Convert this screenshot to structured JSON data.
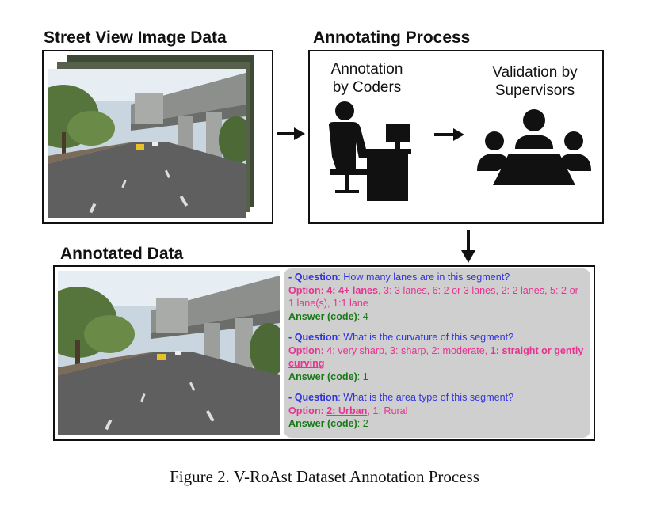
{
  "titles": {
    "street_view": "Street View Image Data",
    "annotating": "Annotating Process",
    "annotated": "Annotated Data"
  },
  "annotating": {
    "coders_line1": "Annotation",
    "coders_line2": "by Coders",
    "supervisors_line1": "Validation by",
    "supervisors_line2": "Supervisors"
  },
  "qa": [
    {
      "q_prefix": "- Question",
      "q_text": ": How many lanes are in this segment?",
      "opt_prefix": "Option:",
      "opt_selected": "4: 4+ lanes",
      "opt_rest": ", 3: 3 lanes,   6: 2 or 3 lanes, 2: 2 lanes, 5: 2 or 1 lane(s), 1:1 lane",
      "ans_prefix": "Answer (code)",
      "ans_value": ": 4"
    },
    {
      "q_prefix": "- Question",
      "q_text": ": What is the curvature of this segment?",
      "opt_prefix": "Option:",
      "opt_rest_before": " 4: very sharp, 3: sharp,   2: moderate, ",
      "opt_selected": "1: straight or   gently curving",
      "ans_prefix": "Answer (code)",
      "ans_value": ": 1"
    },
    {
      "q_prefix": "- Question",
      "q_text": ": What is the area type of this segment?",
      "opt_prefix": "Option:",
      "opt_selected": "2: Urban",
      "opt_rest": ", 1: Rural",
      "ans_prefix": "Answer (code)",
      "ans_value": ": 2"
    }
  ],
  "caption": "Figure 2. V-RoAst Dataset Annotation Process",
  "icons": [
    "person-at-computer-icon",
    "meeting-table-icon",
    "arrow-right-icon",
    "arrow-down-icon"
  ],
  "colors": {
    "question": "#3333dd",
    "option": "#e6338f",
    "answer": "#1a7a1a",
    "panel": "#cfcfcf"
  }
}
